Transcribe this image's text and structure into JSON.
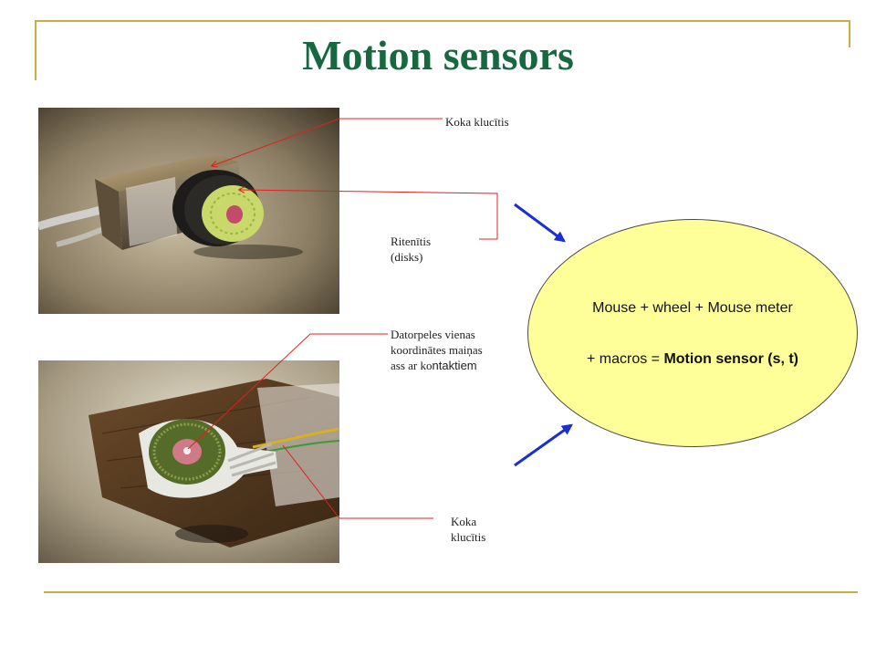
{
  "title": "Motion sensors",
  "labels": {
    "top_block": "Koka klucītis",
    "wheel_line1": "Ritenītis",
    "wheel_line2": "(disks)",
    "contacts_line1": "Datorpeles vienas",
    "contacts_line2": "koordinātes maiņas",
    "contacts_line3_a": "ass ar ko",
    "contacts_line3_b": "ntaktiem",
    "bottom_block_line1": "Koka",
    "bottom_block_line2": "klucītis"
  },
  "ellipse": {
    "line1": "Mouse + wheel + Mouse meter",
    "line2_prefix": "+ macros = ",
    "line2_bold": "Motion sensor (s, t)"
  },
  "colors": {
    "title": "#15683f",
    "rule": "#c7ad43",
    "ellipse_fill": "#ffff99",
    "callout_line": "#e02020",
    "arrow": "#1a2fd0"
  }
}
